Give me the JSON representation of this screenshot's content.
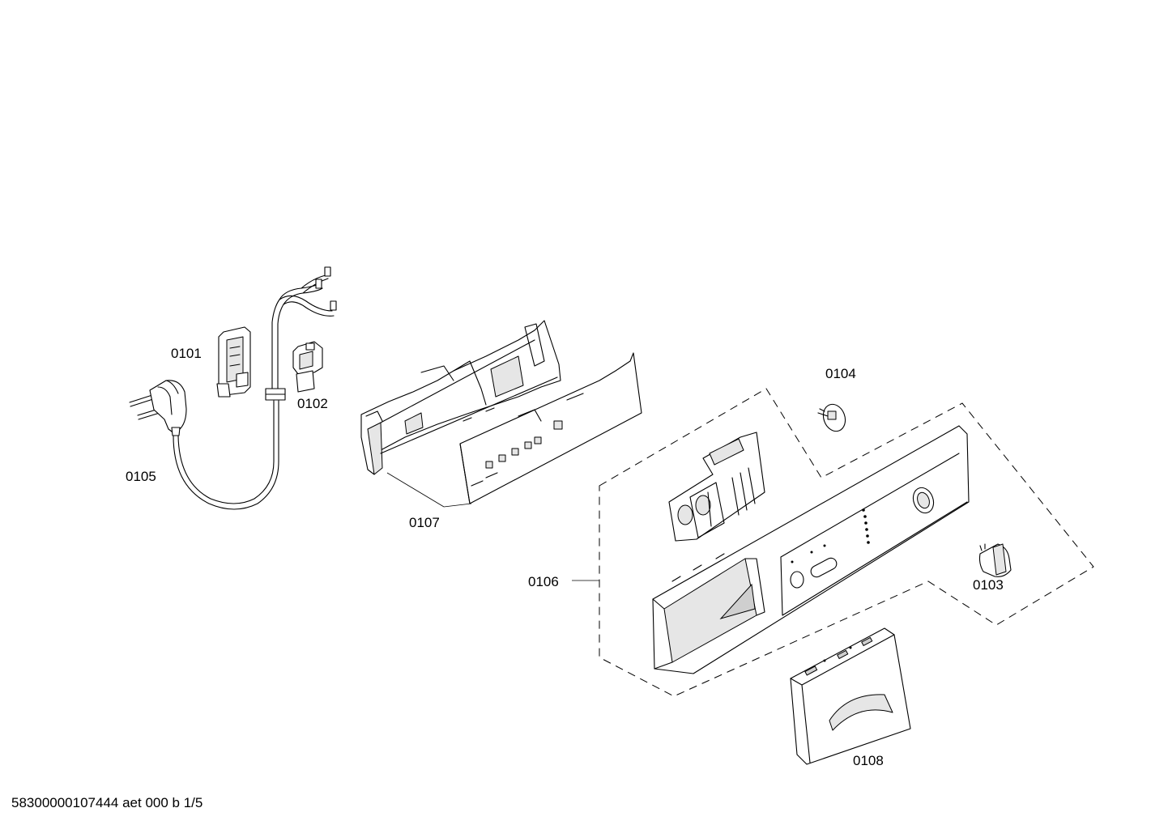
{
  "parts": [
    {
      "id": "0101"
    },
    {
      "id": "0102"
    },
    {
      "id": "0103"
    },
    {
      "id": "0104"
    },
    {
      "id": "0105"
    },
    {
      "id": "0106"
    },
    {
      "id": "0107"
    },
    {
      "id": "0108"
    }
  ],
  "footer": {
    "document_code": "58300000107444 aet 000 b 1/5"
  }
}
